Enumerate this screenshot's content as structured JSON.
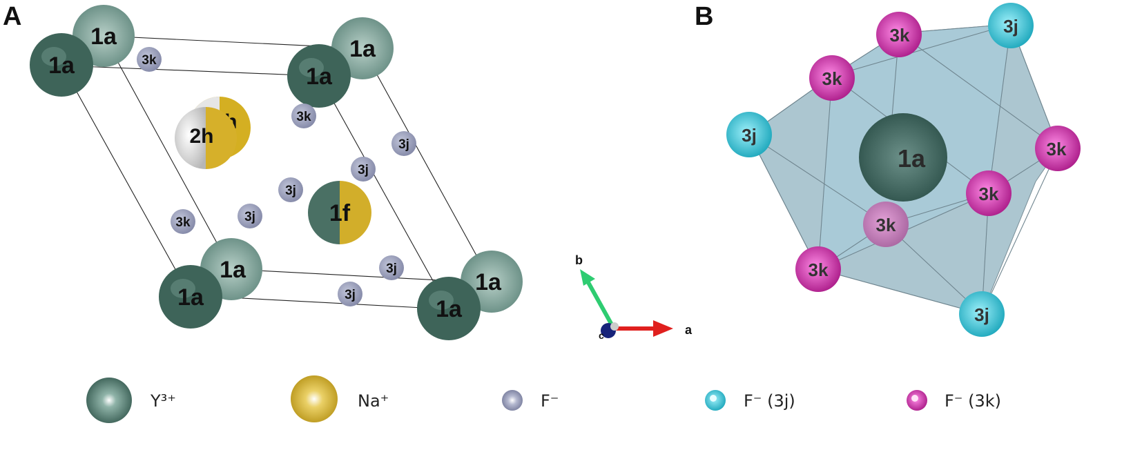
{
  "panels": {
    "A": {
      "label": "A"
    },
    "B": {
      "label": "B"
    }
  },
  "atom_labels": {
    "y_site": "1a",
    "na_site": "2h",
    "mixed_site": "1f",
    "f_3j": "3j",
    "f_3k": "3k"
  },
  "axes": {
    "a": "a",
    "b": "b",
    "c": "c"
  },
  "legend": [
    {
      "label": "Y³⁺",
      "kind": "y"
    },
    {
      "label": "Na⁺",
      "kind": "na"
    },
    {
      "label": "F⁻",
      "kind": "f"
    },
    {
      "label": "F⁻ (3j)",
      "kind": "f3j"
    },
    {
      "label": "F⁻ (3k)",
      "kind": "f3k"
    }
  ],
  "colors": {
    "yttrium": "#3f6a5f",
    "sodium": "#d9b21e",
    "fluoride": "#8a8fae",
    "fluoride_3j": "#1fb9cf",
    "fluoride_3k": "#c8199e",
    "polyhedron": "#8fb4c4",
    "axis_a": "#e0201e",
    "axis_b": "#2ecc71",
    "axis_c": "#1a2a8a"
  }
}
